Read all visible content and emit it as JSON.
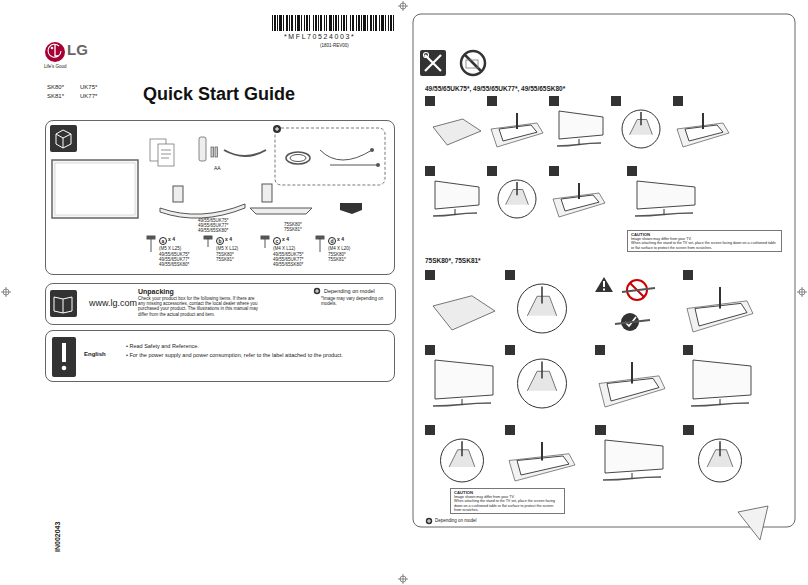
{
  "diagram": {
    "title": "Quick Start Guide",
    "nodes": [
      {
        "text": [
          "AA",
          "49/55/65UK75* 49/55/65UK77* 49/55/65SK80*",
          "75SK80* 75SK81*",
          "a",
          "x 4",
          "(M5 X L25)",
          "49/55/65UK75* 49/55/65UK77* 49/55/65SK80*",
          "b",
          "x 4",
          "(M5 X L12)",
          "75SK80* 75SK81*",
          "c",
          "x 4",
          "(M4 X L12)",
          "49/55/65UK75* 49/55/65UK77* 49/55/65SK80*",
          "d",
          "x 4",
          "(M4 X L20)",
          "75SK80* 75SK81*"
        ]
      },
      {
        "text": [
          "www.lg.com",
          "Unpacking",
          "Check your product box for the following items. If there are any missing accessories, contact the local dealer where you purchased your product. The illustrations in this manual may differ from the actual product and item.",
          "Depending on model",
          "*Image may vary depending on models."
        ]
      },
      {
        "text": [
          "English",
          "• Read Safety and Reference.",
          "• For the power supply and power consumption, refer to the label attached to the product."
        ]
      },
      {
        "text": [
          "1"
        ]
      },
      {
        "text": [
          "2"
        ]
      },
      {
        "text": [
          "3"
        ]
      },
      {
        "text": [
          "4"
        ]
      },
      {
        "text": [
          "5"
        ]
      },
      {
        "text": [
          "6"
        ]
      },
      {
        "text": [
          "7"
        ]
      },
      {
        "text": [
          "8"
        ]
      },
      {
        "text": [
          "9"
        ]
      },
      {
        "text": [
          "CAUTION",
          "Image shown may differ from your TV.",
          "When attaching the stand to the TV set, place the screen facing down on a cushioned table or flat surface to protect the screen from scratches."
        ]
      },
      {
        "text": [
          "1"
        ]
      },
      {
        "text": [
          "2"
        ]
      },
      {
        "text": [
          "3"
        ]
      },
      {
        "text": [
          "4"
        ]
      },
      {
        "text": [
          "5"
        ]
      },
      {
        "text": [
          "6"
        ]
      },
      {
        "text": [
          "7"
        ]
      },
      {
        "text": [
          "8"
        ]
      },
      {
        "text": [
          "9"
        ]
      },
      {
        "text": [
          "10"
        ]
      },
      {
        "text": [
          "11"
        ]
      },
      {
        "text": [
          "CAUTION",
          "Image shown may differ from your TV.",
          "When attaching the stand to the TV set, place the screen facing down on a cushioned table or flat surface to protect the screen from scratches."
        ]
      }
    ],
    "labels": [
      "LG",
      "Life's Good",
      "*MFL70524003*",
      "(1801-REV00)",
      "SK80*",
      "UK75*",
      "SK81*",
      "UK77*",
      "IN002043",
      "49/55/65UK75*, 49/55/65UK77*, 49/55/65SK80*",
      "75SK80*, 75SK81*",
      "Depending on model"
    ]
  }
}
